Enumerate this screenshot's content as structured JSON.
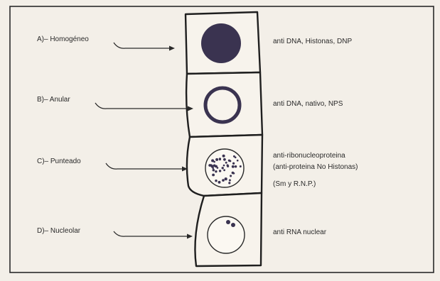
{
  "patterns": [
    {
      "id": "homogeneo",
      "label": "A)– Homogéneo",
      "antibodies": [
        "anti DNA, Histonas, DNP"
      ]
    },
    {
      "id": "anular",
      "label": "B)– Anular",
      "antibodies": [
        "anti DNA, nativo, NPS"
      ]
    },
    {
      "id": "punteado",
      "label": "C)– Punteado",
      "antibodies": [
        "anti-ribonucleoproteina",
        "(anti-proteina No Histonas)",
        "(Sm y R.N.P.)"
      ]
    },
    {
      "id": "nucleolar",
      "label": "D)– Nucleolar",
      "antibodies": [
        "anti RNA nuclear"
      ]
    }
  ],
  "colors": {
    "background": "#f3efe8",
    "ink": "#2a2a2a",
    "nucleus_fill": "#3a3350"
  }
}
